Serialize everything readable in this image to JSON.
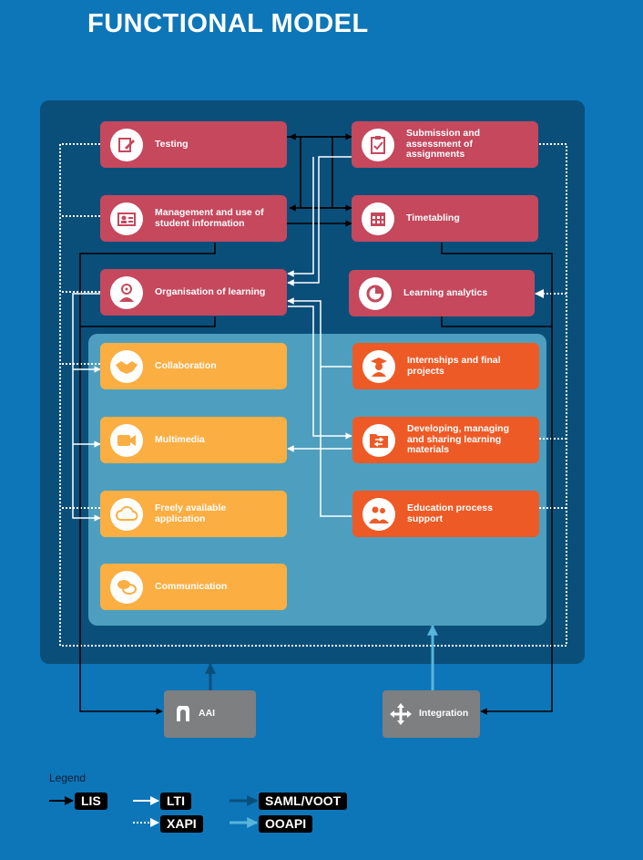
{
  "title": "FUNCTIONAL MODEL",
  "boxes": {
    "testing": "Testing",
    "submission": "Submission and assessment of assignments",
    "management": "Management and use of student information",
    "timetabling": "Timetabling",
    "organisation": "Organisation of learning",
    "analytics": "Learning analytics",
    "collaboration": "Collaboration",
    "internships": "Internships and final projects",
    "multimedia": "Multimedia",
    "developing": "Developing, managing and sharing learning materials",
    "freely": "Freely available application",
    "education": "Education process support",
    "communication": "Communication",
    "aai": "AAI",
    "integration": "Integration"
  },
  "legend": {
    "title": "Legend",
    "lis": "LIS",
    "lti": "LTI",
    "saml": "SAML/VOOT",
    "xapi": "XAPI",
    "ooapi": "OOAPI"
  },
  "colors": {
    "background": "#0d76b8",
    "outer_panel": "#0a4f7a",
    "inner_panel": "#4e9fbf",
    "red": "#c5485d",
    "yellow": "#fbae42",
    "orange": "#ee5a26",
    "grey": "#7e7f81"
  },
  "icons": {
    "testing": "pencil-icon",
    "submission": "checklist-icon",
    "management": "id-card-icon",
    "timetabling": "calendar-icon",
    "organisation": "target-person-icon",
    "analytics": "pie-chart-icon",
    "collaboration": "handshake-icon",
    "internships": "graduate-icon",
    "multimedia": "camera-icon",
    "developing": "folder-exchange-icon",
    "freely": "cloud-icon",
    "education": "people-icon",
    "communication": "speech-bubbles-icon",
    "aai": "arch-icon",
    "integration": "four-arrows-icon"
  }
}
